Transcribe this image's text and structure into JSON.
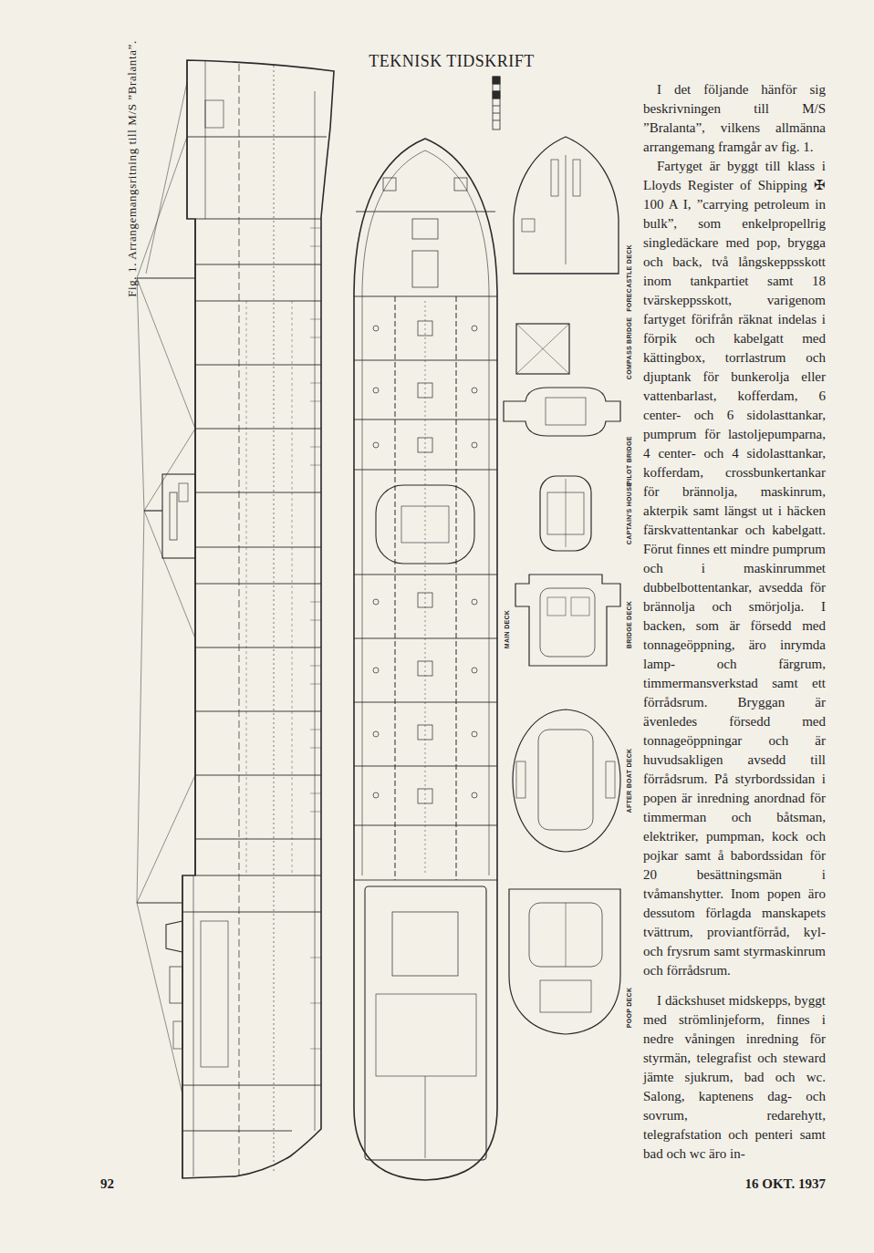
{
  "diagram": {
    "title": "TEKNISK TIDSKRIFT",
    "caption": "Fig. 1. Arrangemangsritning till M/S ”Bralanta”.",
    "labels": [
      "I det följande hänför sig beskrivningen till M/S ”Bralanta”, vilkens allmänna arrangemang framgår av fig. 1.",
      "Fartyget är byggt till klass i Lloyds Register of Shipping ✠ 100 A I, ”carrying petroleum in bulk”, som enkelpropellrig singledäckare med pop, brygga och back, två långskeppsskott inom tankpartiet samt 18 tvärskeppsskott, varigenom fartyget förifrån räknat indelas i förpik och kabelgatt med kättingbox, torrlastrum och djuptank för bunkerolja eller vattenbarlast, kofferdam, 6 center- och 6 sidolasttankar, pumprum för lastoljepumparna, 4 center- och 4 sidolasttankar, kofferdam, crossbunkertankar för brännolja, maskinrum, akterpik samt längst ut i häcken färskvattentankar och kabelgatt. Förut finnes ett mindre pumprum och i maskinrummet dubbelbottentankar, avsedda för brännolja och smörjolja. I backen, som är försedd med tonnageöppning, äro inrymda lamp- och färgrum, timmermansverkstad samt ett förrådsrum. Bryggan är ävenledes försedd med tonnageöppningar och är huvudsakligen avsedd till förrådsrum. På styrbordssidan i popen är inredning anordnad för timmerman och båtsman, elektriker, pumpman, kock och pojkar samt å babordssidan för 20 besättningsmän i tvåmanshytter. Inom popen äro dessutom förlagda manskapets tvättrum, proviantförråd, kyl- och frysrum samt styrmaskinrum och förrådsrum.",
      "I däckshuset midskepps, byggt med strömlinjeform, finnes i nedre våningen inredning för styrmän, telegrafist och steward jämte sjukrum, bad och wc. Salong, kaptenens dag- och sovrum, redarehytt, telegrafstation och penteri samt bad och wc äro in-",
      "FORECASTLE DECK",
      "COMPASS BRIDGE",
      "PILOT BRIDGE",
      "CAPTAIN'S HOUSE",
      "BRIDGE DECK",
      "AFTER BOAT DECK",
      "POOP DECK",
      "MAIN DECK",
      "92",
      "16 OKT. 1937"
    ]
  }
}
